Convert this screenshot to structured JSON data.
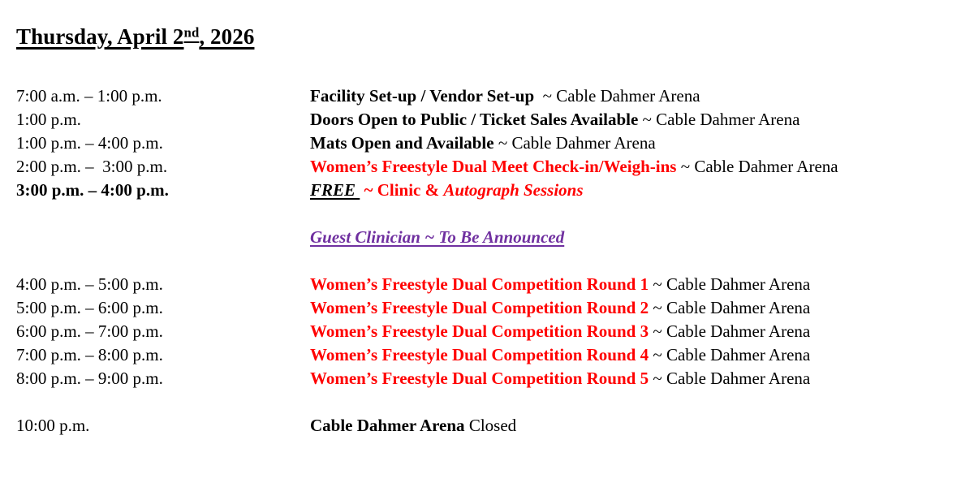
{
  "document": {
    "title_prefix": "Thursday, April 2",
    "title_sup": "nd",
    "title_suffix": ", 2026"
  },
  "colors": {
    "red": "#FF0000",
    "purple": "#7030A0",
    "black": "#000000",
    "background": "#FFFFFF"
  },
  "schedule": {
    "rows": [
      {
        "time": "7:00 a.m. – 1:00 p.m.",
        "event_name": "Facility Set-up / Vendor Set-up ",
        "separator": " ~ ",
        "venue": "Cable Dahmer Arena"
      },
      {
        "time": "1:00 p.m.",
        "event_name": "Doors Open to Public / Ticket Sales Available",
        "separator": " ~ ",
        "venue": "Cable Dahmer Arena"
      },
      {
        "time": "1:00 p.m. – 4:00 p.m.",
        "event_name": "Mats Open and Available",
        "separator": " ~ ",
        "venue": "Cable Dahmer Arena"
      },
      {
        "time": "2:00 p.m. –  3:00 p.m.",
        "event_name": "Women’s Freestyle Dual Meet Check-in/Weigh-ins",
        "separator": " ~ ",
        "venue": "Cable Dahmer Arena"
      },
      {
        "time": "3:00 p.m. – 4:00 p.m.",
        "free_label": "FREE ",
        "clinic_text": " ~ Clinic & ",
        "clinic_italic": "Autograph Sessions"
      },
      {
        "clinician": "Guest Clinician ~ To Be Announced"
      },
      {
        "time": "4:00 p.m. – 5:00 p.m.",
        "event_name": "Women’s Freestyle Dual Competition Round 1",
        "separator": " ~ ",
        "venue": "Cable Dahmer Arena"
      },
      {
        "time": "5:00 p.m. – 6:00 p.m.",
        "event_name": "Women’s Freestyle Dual Competition Round 2",
        "separator": " ~ ",
        "venue": "Cable Dahmer Arena"
      },
      {
        "time": "6:00 p.m. – 7:00 p.m.",
        "event_name": "Women’s Freestyle Dual Competition Round 3",
        "separator": " ~ ",
        "venue": "Cable Dahmer Arena"
      },
      {
        "time": "7:00 p.m. – 8:00 p.m.",
        "event_name": "Women’s Freestyle Dual Competition Round 4",
        "separator": " ~ ",
        "venue": "Cable Dahmer Arena"
      },
      {
        "time": "8:00 p.m. – 9:00 p.m.",
        "event_name": "Women’s Freestyle Dual Competition Round 5",
        "separator": " ~ ",
        "venue": "Cable Dahmer Arena"
      },
      {
        "time": "10:00 p.m.",
        "event_name": "Cable Dahmer Arena",
        "closed_label": " Closed"
      }
    ]
  }
}
